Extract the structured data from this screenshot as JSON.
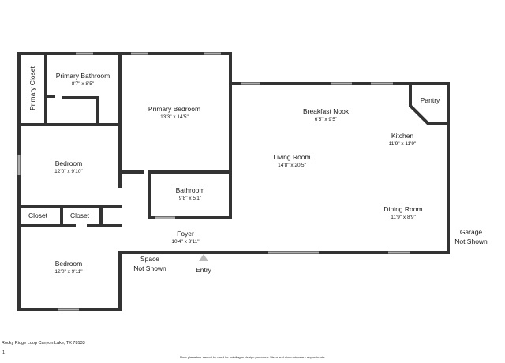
{
  "rooms": {
    "primary_closet": {
      "name": "Primary Closet"
    },
    "primary_bathroom": {
      "name": "Primary Bathroom",
      "dim": "8'7\" x 8'5\""
    },
    "primary_bedroom": {
      "name": "Primary Bedroom",
      "dim": "13'3\" x 14'5\""
    },
    "bedroom_1": {
      "name": "Bedroom",
      "dim": "12'0\" x 9'10\""
    },
    "closet_1": {
      "name": "Closet"
    },
    "closet_2": {
      "name": "Closet"
    },
    "bedroom_2": {
      "name": "Bedroom",
      "dim": "12'0\" x 9'11\""
    },
    "bathroom": {
      "name": "Bathroom",
      "dim": "9'8\" x 5'1\""
    },
    "foyer": {
      "name": "Foyer",
      "dim": "10'4\" x 3'11\""
    },
    "living_room": {
      "name": "Living Room",
      "dim": "14'8\" x 20'5\""
    },
    "breakfast_nook": {
      "name": "Breakfast Nook",
      "dim": "6'5\" x 9'5\""
    },
    "kitchen": {
      "name": "Kitchen",
      "dim": "11'9\" x 11'9\""
    },
    "pantry": {
      "name": "Pantry"
    },
    "dining_room": {
      "name": "Dining Room",
      "dim": "11'9\" x 8'9\""
    }
  },
  "notes": {
    "space_line1": "Space",
    "space_line2": "Not Shown",
    "garage_line1": "Garage",
    "garage_line2": "Not Shown",
    "entry": "Entry"
  },
  "footer": {
    "address": "Rocky Ridge Loop Canyon Lake, TX 78133",
    "page_number": "1",
    "disclaimer": "Floor plans/tour cannot be used for building or design purposes. Sizes and dimensions are approximate."
  },
  "colors": {
    "wall": "#333333",
    "window": "#999999"
  }
}
